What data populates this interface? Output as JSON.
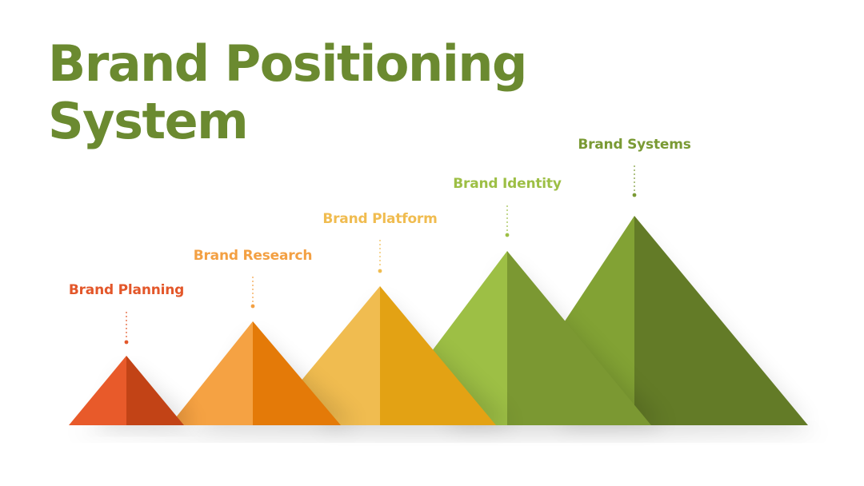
{
  "title": {
    "line1": "Brand Positioning",
    "line2": "System"
  },
  "stages": [
    {
      "label": "Brand Planning",
      "color": "#e3572a"
    },
    {
      "label": "Brand Research",
      "color": "#f3a043"
    },
    {
      "label": "Brand Platform",
      "color": "#f0bc50"
    },
    {
      "label": "Brand Identity",
      "color": "#9dbf45"
    },
    {
      "label": "Brand Systems",
      "color": "#7a9a34"
    }
  ]
}
